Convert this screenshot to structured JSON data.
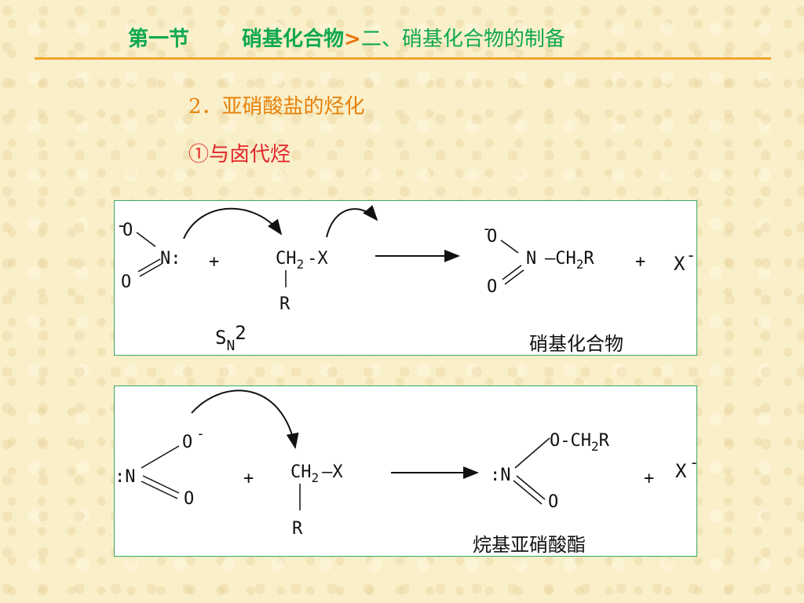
{
  "header": {
    "section": "第一节",
    "title": "硝基化合物",
    "separator": ">",
    "subtitle": "二、硝基化合物的制备"
  },
  "subheading": "2．亚硝酸盐的烃化",
  "subsubheading": "①与卤代烃",
  "reaction1": {
    "o_minus": "O",
    "o_minus_charge": "-",
    "n_lone": "N:",
    "o_double": "O",
    "plus": "+",
    "ch2": "CH",
    "ch2_sub": "2",
    "dash_x": "-X",
    "r": "R",
    "mech_s": "S",
    "mech_n": "N",
    "mech_2": "2",
    "p_o_charge": "-",
    "p_o": "O",
    "p_n": "N",
    "p_chain": "—CH",
    "p_chain_sub": "2",
    "p_chain_r": "R",
    "p_o2": "O",
    "p_plus": "+",
    "p_x": "X",
    "p_x_charge": "-",
    "product_name": "硝基化合物"
  },
  "reaction2": {
    "o_minus": "O",
    "o_minus_charge": "-",
    "n_lone": ":N",
    "o_double": "O",
    "plus": "+",
    "ch2": "CH",
    "ch2_sub": "2",
    "dash_x": "—X",
    "r": "R",
    "p_o_ch2": "O-CH",
    "p_o_ch2_sub": "2",
    "p_o_ch2_r": "R",
    "p_n": ":N",
    "p_o": "O",
    "p_plus": "+",
    "p_x": "X",
    "p_x_charge": "-",
    "product_name": "烷基亚硝酸酯"
  }
}
